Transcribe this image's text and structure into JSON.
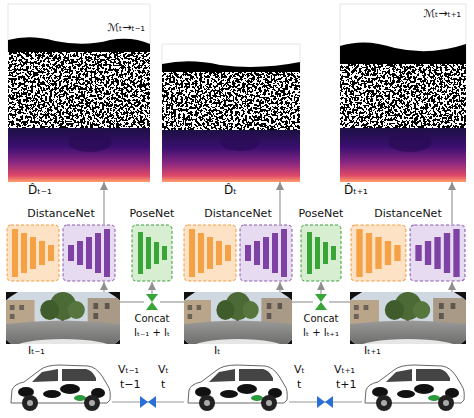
{
  "diagram": {
    "nodes": [
      {
        "text": [
          "ℳₜ→ₜ₋₁"
        ]
      },
      {
        "text": [
          "ℳₜ→ₜ₊₁"
        ]
      },
      {
        "text": [
          "D̂ₜ₋₁"
        ]
      },
      {
        "text": [
          "D̂ₜ"
        ]
      },
      {
        "text": [
          "D̂ₜ₊₁"
        ]
      },
      {
        "text": [
          "DistanceNet"
        ]
      },
      {
        "text": [
          "PoseNet"
        ]
      },
      {
        "text": [
          "DistanceNet"
        ]
      },
      {
        "text": [
          "PoseNet"
        ]
      },
      {
        "text": [
          "DistanceNet"
        ]
      },
      {
        "text": [
          "Iₜ₋₁"
        ]
      },
      {
        "text": [
          "Concat",
          "Iₜ₋₁ + Iₜ"
        ]
      },
      {
        "text": [
          "Iₜ"
        ]
      },
      {
        "text": [
          "Concat",
          "Iₜ + Iₜ₊₁"
        ]
      },
      {
        "text": [
          "Iₜ₊₁"
        ]
      }
    ],
    "edges": [
      {
        "from": 10,
        "to": 5,
        "arrow": "to"
      },
      {
        "from": 5,
        "to": 2,
        "arrow": "to"
      },
      {
        "from": 10,
        "to": 11,
        "arrow": "none"
      },
      {
        "from": 12,
        "to": 11,
        "arrow": "none"
      },
      {
        "from": 11,
        "to": 6,
        "arrow": "to"
      },
      {
        "from": 12,
        "to": 7,
        "arrow": "to"
      },
      {
        "from": 7,
        "to": 3,
        "arrow": "to"
      },
      {
        "from": 12,
        "to": 13,
        "arrow": "none"
      },
      {
        "from": 14,
        "to": 13,
        "arrow": "none"
      },
      {
        "from": 13,
        "to": 8,
        "arrow": "to"
      },
      {
        "from": 14,
        "to": 9,
        "arrow": "to"
      },
      {
        "from": 9,
        "to": 4,
        "arrow": "to"
      }
    ],
    "labels": [
      "Vₜ₋₁",
      "t−1",
      "Vₜ",
      "t",
      "Vₜ",
      "t",
      "Vₜ₊₁",
      "t+1"
    ]
  }
}
